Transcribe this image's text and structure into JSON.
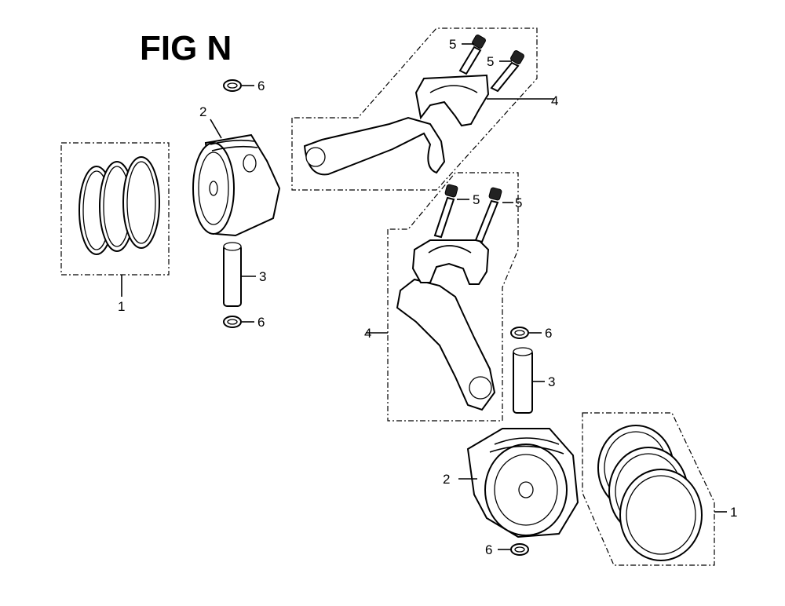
{
  "diagram": {
    "title": "FIG N",
    "callouts": {
      "rings_left": "1",
      "piston_left": "2",
      "pin_left": "3",
      "clip_left_top": "6",
      "clip_left_bottom": "6",
      "rod_upper": "4",
      "bolt_upper_a": "5",
      "bolt_upper_b": "5",
      "rod_lower": "4",
      "bolt_lower_a": "5",
      "bolt_lower_b": "5",
      "clip_right_top": "6",
      "pin_right": "3",
      "piston_right": "2",
      "clip_right_bottom": "6",
      "rings_right": "1"
    }
  }
}
